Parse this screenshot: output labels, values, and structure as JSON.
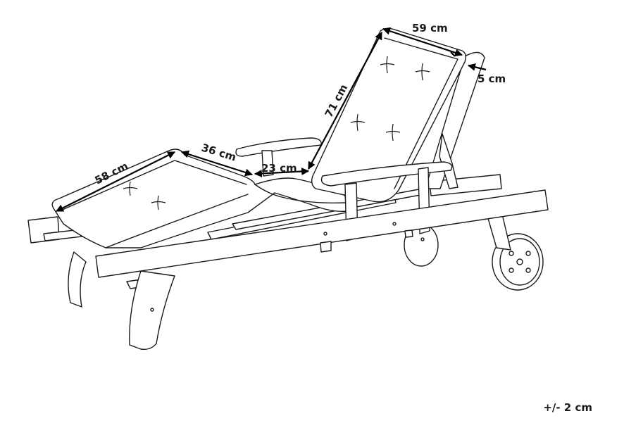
{
  "dimensions": {
    "seat_length": "58 cm",
    "mid_length": "36 cm",
    "hinge_gap": "23 cm",
    "back_length": "71 cm",
    "back_width": "59 cm",
    "thickness": "5 cm"
  },
  "tolerance": "+/- 2 cm"
}
